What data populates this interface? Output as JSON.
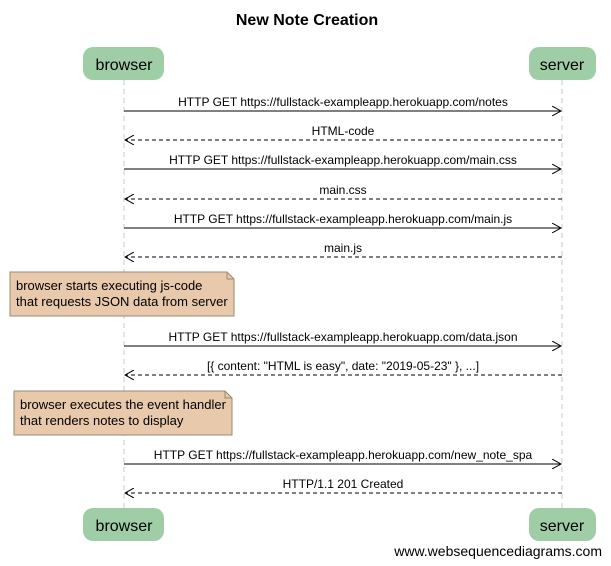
{
  "title": "New Note Creation",
  "actors": [
    {
      "id": "browser",
      "label": "browser"
    },
    {
      "id": "server",
      "label": "server"
    }
  ],
  "steps": [
    {
      "kind": "message",
      "from": "browser",
      "to": "server",
      "style": "solid",
      "label": "HTTP GET https://fullstack-exampleapp.herokuapp.com/notes"
    },
    {
      "kind": "message",
      "from": "server",
      "to": "browser",
      "style": "dashed",
      "label": "HTML-code"
    },
    {
      "kind": "message",
      "from": "browser",
      "to": "server",
      "style": "solid",
      "label": "HTTP GET https://fullstack-exampleapp.herokuapp.com/main.css"
    },
    {
      "kind": "message",
      "from": "server",
      "to": "browser",
      "style": "dashed",
      "label": "main.css"
    },
    {
      "kind": "message",
      "from": "browser",
      "to": "server",
      "style": "solid",
      "label": "HTTP GET https://fullstack-exampleapp.herokuapp.com/main.js"
    },
    {
      "kind": "message",
      "from": "server",
      "to": "browser",
      "style": "dashed",
      "label": "main.js"
    },
    {
      "kind": "note",
      "over": "browser",
      "lines": [
        "browser starts executing js-code",
        "that requests JSON data from server"
      ]
    },
    {
      "kind": "message",
      "from": "browser",
      "to": "server",
      "style": "solid",
      "label": "HTTP GET https://fullstack-exampleapp.herokuapp.com/data.json"
    },
    {
      "kind": "message",
      "from": "server",
      "to": "browser",
      "style": "dashed",
      "label": "[{ content: \"HTML is easy\", date: \"2019-05-23\" }, ...]"
    },
    {
      "kind": "note",
      "over": "browser",
      "lines": [
        "browser executes the event handler",
        "that renders notes to display"
      ]
    },
    {
      "kind": "message",
      "from": "browser",
      "to": "server",
      "style": "solid",
      "label": "HTTP GET https://fullstack-exampleapp.herokuapp.com/new_note_spa"
    },
    {
      "kind": "message",
      "from": "server",
      "to": "browser",
      "style": "dashed",
      "label": "HTTP/1.1 201 Created"
    }
  ],
  "footer": "www.websequencediagrams.com",
  "colors": {
    "actor_fill": "#9fcea6",
    "note_fill": "#e8c9ab",
    "note_stroke": "#9b8a73",
    "lifeline": "#c8c8c8",
    "arrow": "#000000"
  }
}
